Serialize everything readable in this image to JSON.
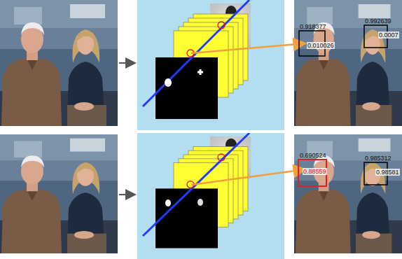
{
  "diagram": {
    "labels": [
      "0.918377",
      "0.010026",
      "0.992639",
      "0.0007",
      "0.690524",
      "0.88559",
      "0.985312",
      "0.98581"
    ]
  }
}
